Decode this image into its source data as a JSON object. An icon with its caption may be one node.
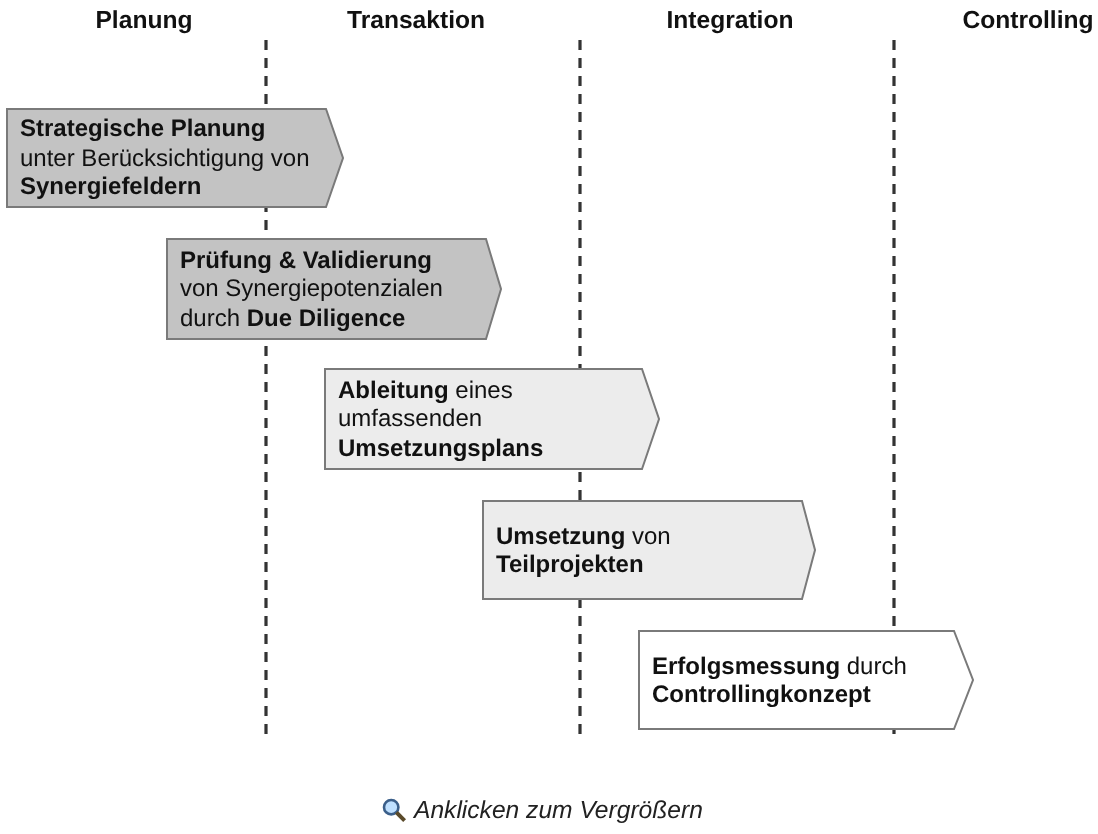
{
  "diagram": {
    "caption": "Anklicken zum Vergrößern",
    "nodes": [
      {
        "text": [
          "**Strategische Planung** unter Berücksichtigung von **Synergiefeldern**"
        ]
      },
      {
        "text": [
          "**Prüfung & Validierung** von Synergiepotenzialen durch **Due Diligence**"
        ]
      },
      {
        "text": [
          "**Ableitung** eines umfassenden **Umsetzungsplans**"
        ]
      },
      {
        "text": [
          "**Umsetzung** von **Teilprojekten**"
        ]
      },
      {
        "text": [
          "**Erfolgsmessung** durch **Controllingkonzept**"
        ]
      }
    ],
    "labels": [
      "Planung",
      "Transaktion",
      "Integration",
      "Controlling"
    ]
  }
}
